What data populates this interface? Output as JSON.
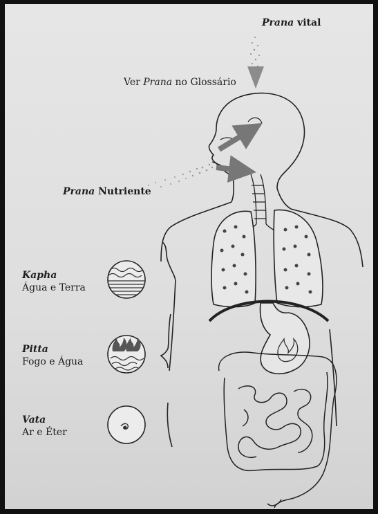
{
  "labels": {
    "prana_vital": {
      "italic": "Prana",
      "rest": " vital"
    },
    "glossary": {
      "before": "Ver ",
      "italic": "Prana",
      "after": " no Glossário"
    },
    "prana_nutriente": {
      "italic": "Prana",
      "rest": " Nutriente"
    }
  },
  "doshas": [
    {
      "name": "Kapha",
      "elements": "Água e Terra",
      "icon": "water-earth-circle-icon"
    },
    {
      "name": "Pitta",
      "elements": "Fogo e Água",
      "icon": "fire-water-circle-icon"
    },
    {
      "name": "Vata",
      "elements": "Ar e Éter",
      "icon": "air-ether-circle-icon"
    }
  ],
  "colors": {
    "ink": "#1d1d1d",
    "paper": "#e2e2e2",
    "frame": "#111111"
  }
}
